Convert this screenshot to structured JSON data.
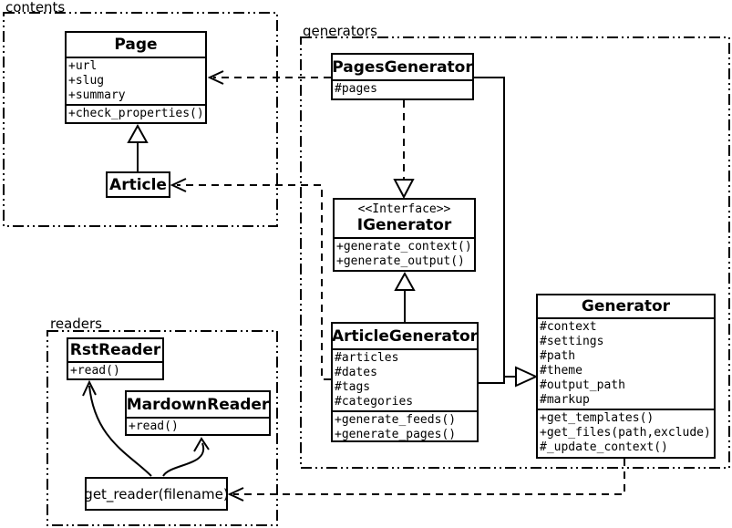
{
  "colors": {
    "background": "#ffffff",
    "line": "#000000",
    "text": "#000000",
    "box_fill": "#ffffff"
  },
  "packages": {
    "contents": {
      "label": "contents"
    },
    "generators": {
      "label": "generators"
    },
    "readers": {
      "label": "readers"
    }
  },
  "classes": {
    "page": {
      "name": "Page",
      "attributes": [
        "+url",
        "+slug",
        "+summary"
      ],
      "methods": [
        "+check_properties()"
      ]
    },
    "article": {
      "name": "Article"
    },
    "pages_generator": {
      "name": "PagesGenerator",
      "attributes": [
        "#pages"
      ]
    },
    "igenerator": {
      "stereotype": "<<Interface>>",
      "name": "IGenerator",
      "methods": [
        "+generate_context()",
        "+generate_output()"
      ]
    },
    "article_generator": {
      "name": "ArticleGenerator",
      "attributes": [
        "#articles",
        "#dates",
        "#tags",
        "#categories"
      ],
      "methods": [
        "+generate_feeds()",
        "+generate_pages()"
      ]
    },
    "generator": {
      "name": "Generator",
      "attributes": [
        "#context",
        "#settings",
        "#path",
        "#theme",
        "#output_path",
        "#markup"
      ],
      "methods": [
        "+get_templates()",
        "+get_files(path,exclude)",
        "#_update_context()"
      ]
    },
    "rst_reader": {
      "name": "RstReader",
      "methods": [
        "+read()"
      ]
    },
    "mardown_reader": {
      "name": "MardownReader",
      "methods": [
        "+read()"
      ]
    },
    "get_reader": {
      "label": "get_reader(filename)"
    }
  },
  "relationships": [
    {
      "type": "inheritance",
      "from": "Article",
      "to": "Page"
    },
    {
      "type": "dependency",
      "from": "PagesGenerator",
      "to": "Page"
    },
    {
      "type": "realization",
      "from": "PagesGenerator",
      "to": "IGenerator"
    },
    {
      "type": "inheritance",
      "from": "PagesGenerator",
      "to": "Generator"
    },
    {
      "type": "realization",
      "from": "ArticleGenerator",
      "to": "IGenerator"
    },
    {
      "type": "inheritance",
      "from": "ArticleGenerator",
      "to": "Generator"
    },
    {
      "type": "dependency",
      "from": "ArticleGenerator",
      "to": "Article"
    },
    {
      "type": "dependency",
      "from": "Generator",
      "to": "get_reader"
    },
    {
      "type": "association",
      "from": "get_reader",
      "to": "RstReader"
    },
    {
      "type": "association",
      "from": "get_reader",
      "to": "MardownReader"
    }
  ]
}
